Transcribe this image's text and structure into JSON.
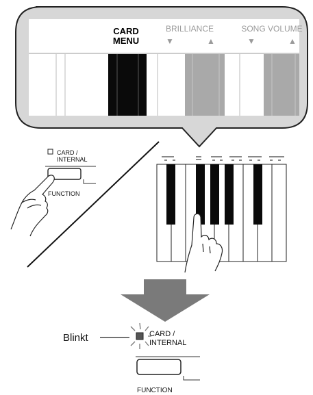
{
  "callout": {
    "card_menu_line1": "CARD",
    "card_menu_line2": "MENU",
    "brilliance": "BRILLIANCE",
    "song_volume": "SONG VOLUME",
    "arrow_down": "▼",
    "arrow_up": "▲"
  },
  "left_panel": {
    "card_internal_line1": "CARD /",
    "card_internal_line2": "INTERNAL",
    "function_label": "FUNCTION"
  },
  "bottom_panel": {
    "blink_label": "Blinkt",
    "card_internal_line1": "CARD /",
    "card_internal_line2": "INTERNAL",
    "function_label": "FUNCTION"
  }
}
